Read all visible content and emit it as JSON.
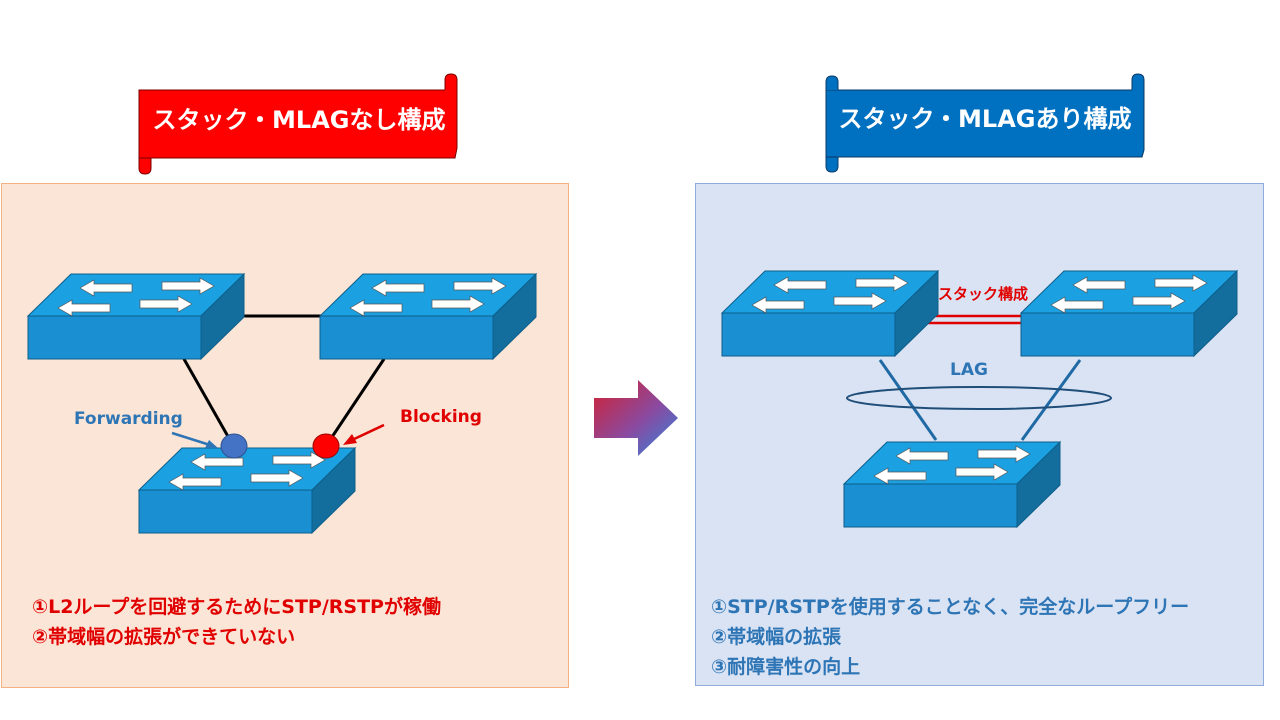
{
  "left": {
    "title": "スタック・MLAGなし構成",
    "forwarding_label": "Forwarding",
    "blocking_label": "Blocking",
    "notes": [
      "①L2ループを回避するためにSTP/RSTPが稼働",
      "②帯域幅の拡張ができていない"
    ]
  },
  "right": {
    "title": "スタック・MLAGあり構成",
    "stack_label": "スタック構成",
    "lag_label": "LAG",
    "notes": [
      "①STP/RSTPを使用することなく、完全なループフリー",
      "②帯域幅の拡張",
      "③耐障害性の向上"
    ]
  },
  "icons": {
    "switch": "network-switch-icon",
    "arrow": "transition-arrow-icon"
  },
  "colors": {
    "left_banner": "#ff0000",
    "right_banner": "#0070c0",
    "left_panel": "#fbe5d6",
    "right_panel": "#dae3f3",
    "switch_top": "#1ba1e2",
    "switch_front": "#1a8fd1",
    "switch_side": "#136e9e",
    "forwarding_port": "#4472c4",
    "blocking_port": "#ff0000",
    "text_red": "#e00000",
    "text_blue": "#2e75b6",
    "link_blue": "#2e75b6"
  }
}
